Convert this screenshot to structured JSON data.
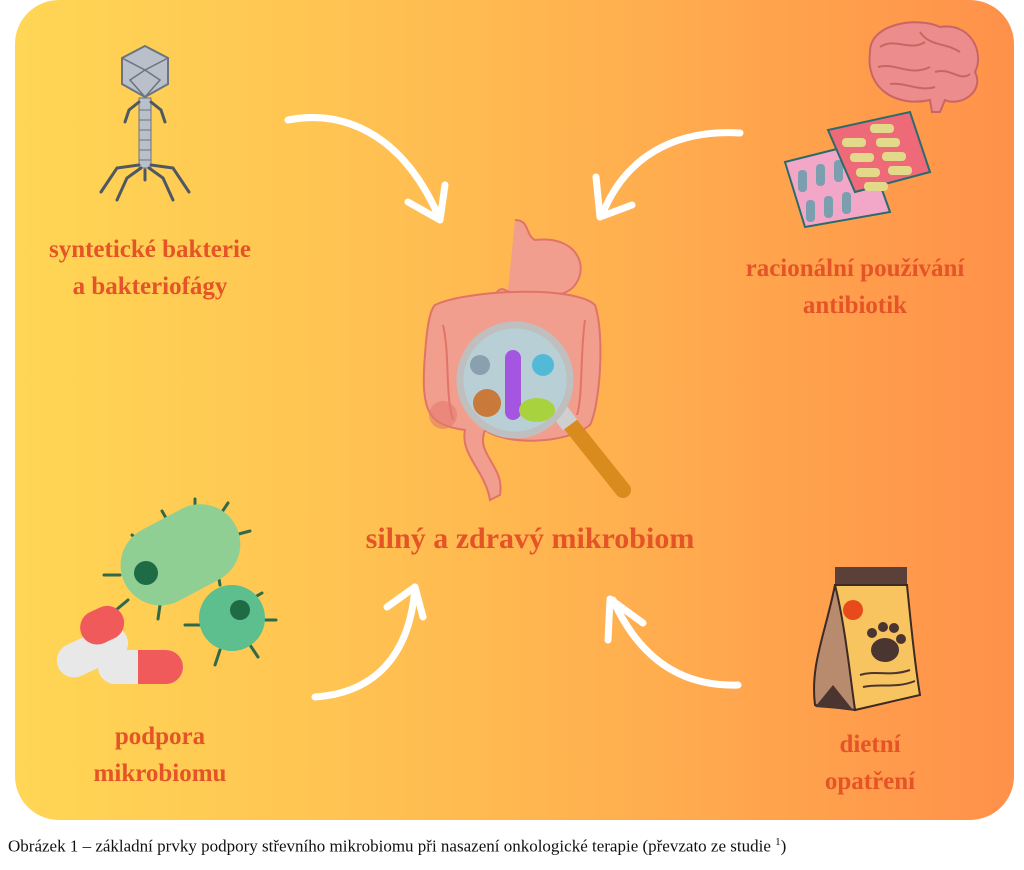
{
  "diagram": {
    "center": {
      "label": "silný a zdravý mikrobiom",
      "icon": "intestine-magnifier-icon"
    },
    "nodes": [
      {
        "id": "top-left",
        "lines": [
          "syntetické bakterie",
          "a bakteriofágy"
        ],
        "icon": "bacteriophage-icon"
      },
      {
        "id": "top-right",
        "lines": [
          "racionální používání",
          "antibiotik"
        ],
        "icon": "brain-and-pill-blister-icon"
      },
      {
        "id": "bottom-left",
        "lines": [
          "podpora",
          "mikrobiomu"
        ],
        "icon": "bacteria-and-capsules-icon"
      },
      {
        "id": "bottom-right",
        "lines": [
          "dietní",
          "opatření"
        ],
        "icon": "food-bag-icon"
      }
    ],
    "arrows": [
      {
        "from": "top-left",
        "to": "center"
      },
      {
        "from": "top-right",
        "to": "center"
      },
      {
        "from": "bottom-left",
        "to": "center"
      },
      {
        "from": "bottom-right",
        "to": "center"
      }
    ],
    "colors": {
      "label": "#e55427",
      "background_left": "#ffd655",
      "background_right": "#ff914a",
      "arrow": "#ffffff"
    }
  },
  "caption": {
    "text": "Obrázek 1 – základní prvky podpory střevního mikrobiomu při nasazení onkologické terapie (převzato ze studie ",
    "superscript": "1",
    "closing": ")"
  }
}
